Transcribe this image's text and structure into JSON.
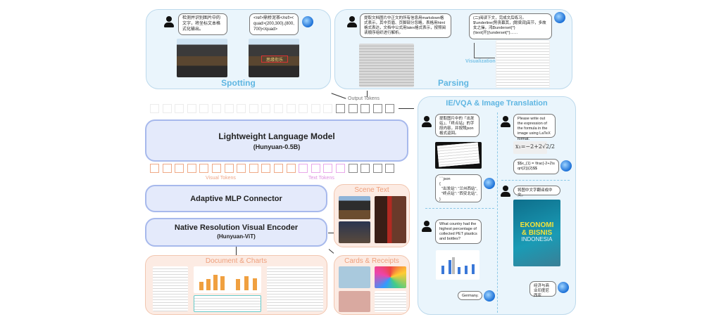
{
  "spotting": {
    "title": "Spotting",
    "user_prompt": "检测并识别图片中的文字，将坐标文本格式化输出。",
    "bot_reply": "<ref>鼎桥泥茶</ref><quad>(200,300),(800,700)</quad>",
    "sign_text": "思缘衔乐"
  },
  "parsing": {
    "title": "Parsing",
    "user_prompt": "提取文档图片中正文的所有信息用markdown格式表示，其中页眉、页脚部分忽略，表格用html格式表达，文档中公式用latex格式表示，按照阅读顺序组织进行解析。",
    "bot_reply": "(二)阅读下文，完成文后练习。$\\underline{势丧幕其，[聪梁润]高节，多故女之操，鸿$\\underset{^}{\\text{开}}\\underset{^}……",
    "viz_label": "Visualization"
  },
  "tokens": {
    "output_label": "Output Tokens",
    "visual_label": "Visual Tokens",
    "text_label": "Text Tokens"
  },
  "llm": {
    "title": "Lightweight Language Model",
    "subtitle": "(Hunyuan-0.5B)"
  },
  "connector": {
    "title": "Adaptive MLP Connector"
  },
  "encoder": {
    "title": "Native Resolution Visual Encoder",
    "subtitle": "(Hunyuan-ViT)"
  },
  "scene_text": {
    "title": "Scene Text"
  },
  "documents": {
    "title": "Document & Charts"
  },
  "cards": {
    "title": "Cards & Receipts"
  },
  "ievqa": {
    "title": "IE/VQA & Image Translation",
    "ie_prompt": "提取图片中的「出发站」、「终点站」的字段内容，并按照json 格式返回。",
    "ie_reply": "```json\n{\n  \"出发站\": \"兰州西站\",\n  \"终点站\": \"西安北站\",\n}\n```",
    "latex_prompt": "Please write out the expression of the formula in the image using LaTeX format.",
    "latex_reply": "$$x_{1} = \\frac{-2+2\\sqrt{2}}{2}$$",
    "trans_prompt": "将图中文字翻译成中文。",
    "book_title_1": "EKONOMI",
    "book_title_2": "& BISNIS",
    "book_title_3": "INDONESIA",
    "trans_reply": "经济与商业印度尼西亚",
    "vqa_prompt": "What country had the highest percentage of collected PET plastics and bottles?",
    "vqa_reply": "Germany."
  }
}
